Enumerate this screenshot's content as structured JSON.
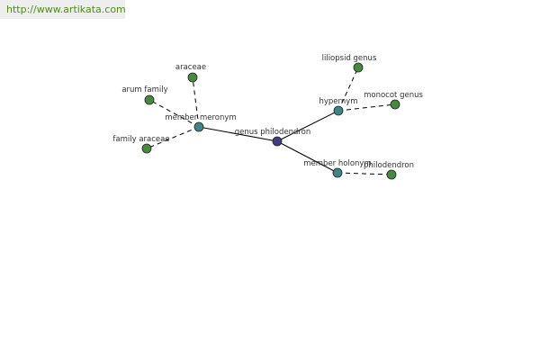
{
  "source_link": {
    "label": "http://www.artikata.com"
  },
  "colors": {
    "root": "#3f3f7f",
    "relation": "#3f8585",
    "leaf": "#478a3f",
    "link_text": "#4f8b16"
  },
  "nodes": [
    {
      "id": "root",
      "label": "genus philodendron",
      "kind": "root"
    },
    {
      "id": "meronym",
      "label": "member meronym",
      "kind": "relation"
    },
    {
      "id": "hypernym",
      "label": "hypernym",
      "kind": "relation"
    },
    {
      "id": "holonym",
      "label": "member holonym",
      "kind": "relation"
    },
    {
      "id": "araceae",
      "label": "araceae",
      "kind": "leaf"
    },
    {
      "id": "arum",
      "label": "arum family",
      "kind": "leaf"
    },
    {
      "id": "family-araceae",
      "label": "family araceae",
      "kind": "leaf"
    },
    {
      "id": "liliopsid",
      "label": "liliopsid genus",
      "kind": "leaf"
    },
    {
      "id": "monocot",
      "label": "monocot genus",
      "kind": "leaf"
    },
    {
      "id": "philodendron",
      "label": "philodendron",
      "kind": "leaf"
    }
  ],
  "edges": [
    {
      "from": "root",
      "to": "meronym",
      "style": "solid"
    },
    {
      "from": "root",
      "to": "hypernym",
      "style": "solid"
    },
    {
      "from": "root",
      "to": "holonym",
      "style": "solid"
    },
    {
      "from": "meronym",
      "to": "araceae",
      "style": "dashed"
    },
    {
      "from": "meronym",
      "to": "arum",
      "style": "dashed"
    },
    {
      "from": "meronym",
      "to": "family-araceae",
      "style": "dashed"
    },
    {
      "from": "hypernym",
      "to": "liliopsid",
      "style": "dashed"
    },
    {
      "from": "hypernym",
      "to": "monocot",
      "style": "dashed"
    },
    {
      "from": "holonym",
      "to": "philodendron",
      "style": "dashed"
    }
  ]
}
